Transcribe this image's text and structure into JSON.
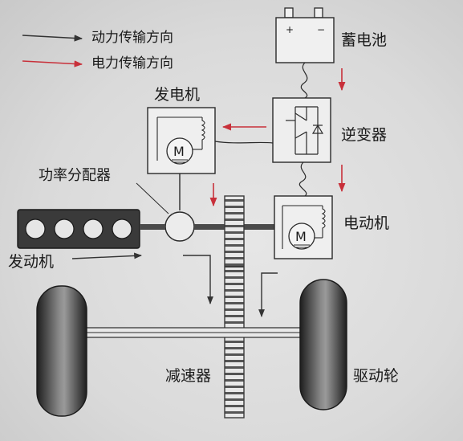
{
  "legend": {
    "mechanical": "动力传输方向",
    "electrical": "电力传输方向"
  },
  "labels": {
    "battery": "蓄电池",
    "inverter": "逆变器",
    "generator": "发电机",
    "motor": "电动机",
    "power_split": "功率分配器",
    "engine": "发动机",
    "reducer": "减速器",
    "drive_wheel": "驱动轮",
    "motor_symbol": "M",
    "battery_plus": "+",
    "battery_minus": "−"
  },
  "colors": {
    "mechanical_arrow": "#333333",
    "electrical_arrow": "#c8303a",
    "line": "#2a2a2a",
    "gear": "#5a5a5a",
    "tire": "#2e2e2e"
  }
}
